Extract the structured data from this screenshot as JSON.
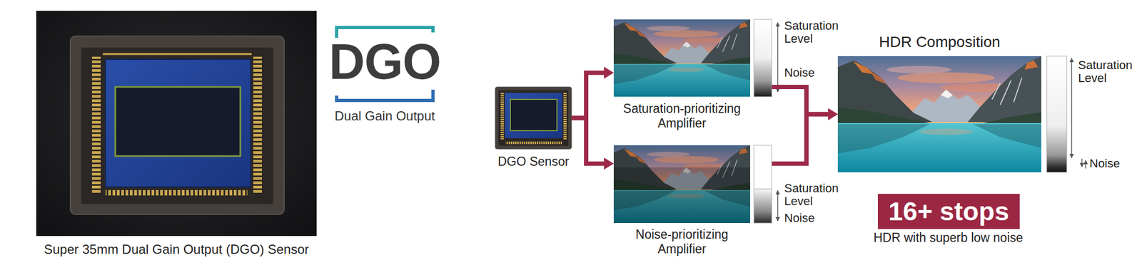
{
  "diagram": {
    "nodes": [
      {
        "text": [
          "Super 35mm Dual Gain Output (DGO) Sensor"
        ]
      },
      {
        "text": [
          "DGO",
          "Dual Gain Output"
        ]
      },
      {
        "text": [
          "DGO Sensor"
        ]
      },
      {
        "text": [
          "Saturation-prioritizing Amplifier"
        ]
      },
      {
        "text": [
          "Noise-prioritizing Amplifier"
        ]
      },
      {
        "text": [
          "HDR Composition"
        ]
      },
      {
        "text": [
          "16+ stops"
        ]
      }
    ],
    "edges": [
      {
        "from": 2,
        "to": 3,
        "arrow": "to"
      },
      {
        "from": 2,
        "to": 4,
        "arrow": "to"
      },
      {
        "from": 3,
        "to": 5,
        "arrow": "to"
      },
      {
        "from": 4,
        "to": 5,
        "arrow": "to"
      }
    ],
    "labels": [
      "Saturation Level",
      "Noise",
      "Saturation Level",
      "Noise",
      "Saturation Level",
      "Noise",
      "HDR with superb low noise"
    ]
  }
}
